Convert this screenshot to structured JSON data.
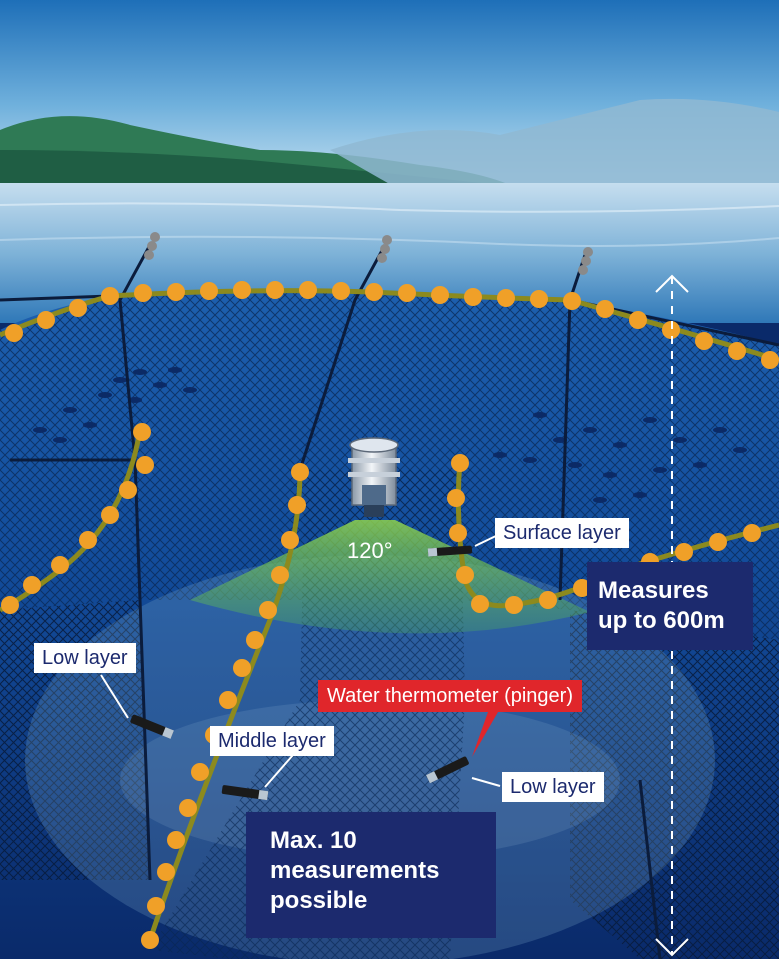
{
  "labels": {
    "angle": "120°",
    "surface_layer": "Surface layer",
    "low_layer_left": "Low layer",
    "low_layer_right": "Low layer",
    "middle_layer": "Middle layer",
    "pinger": "Water thermometer (pinger)",
    "range": "Measures\nup to 600m",
    "max_measurements": "Max. 10\nmeasurements\npossible"
  },
  "colors": {
    "sky_top": "#1e6fb8",
    "sea_surface": "#bcd8ec",
    "deep_water": "#0f3e8a",
    "float_orange": "#f0a028",
    "rope_olive": "#8c8a1e",
    "beam_green": "#7fc64a",
    "label_navy": "#1c2a6e",
    "label_red": "#e0262b"
  },
  "icons": {
    "transducer": "cylindrical-receiver-icon",
    "pinger": "pinger-sensor-icon",
    "fish": "fish-school-icon",
    "range_arrow": "double-arrow-icon"
  }
}
